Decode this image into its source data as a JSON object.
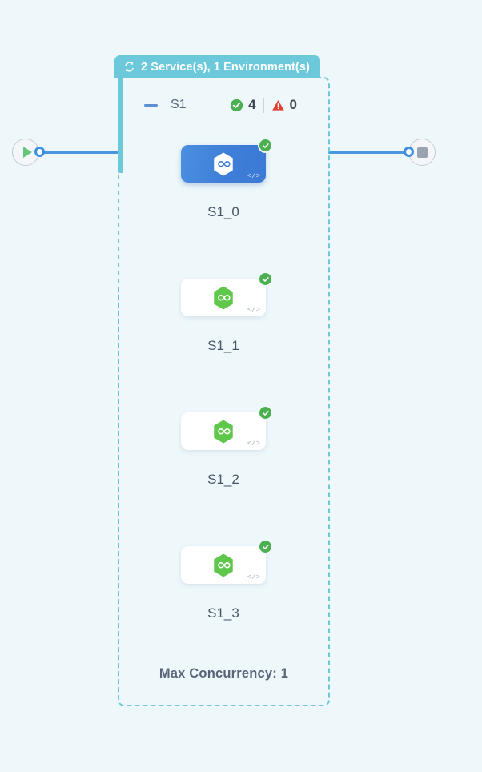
{
  "canvas": {
    "background_color": "#eef8fb",
    "edge_color": "#4a97e0"
  },
  "start_node": {
    "name": "start",
    "icon": "play-icon",
    "icon_color": "#64c878"
  },
  "end_node": {
    "name": "end",
    "icon": "stop-icon",
    "icon_color": "#9aa3b0"
  },
  "group": {
    "header": {
      "icon": "loop-icon",
      "label": "2 Service(s), 1 Environment(s)",
      "background_color": "#6cc9db",
      "text_color": "#ffffff"
    },
    "border_color": "#6cc9db",
    "border_style": "dashed",
    "title": "S1",
    "collapse_control": "minus-icon",
    "counters": {
      "success": {
        "icon": "check-circle-icon",
        "value": "4",
        "color": "#4caf50"
      },
      "error": {
        "icon": "warning-triangle-icon",
        "value": "0",
        "color": "#e03e33"
      }
    },
    "footer": {
      "label": "Max Concurrency: 1"
    },
    "nodes": [
      {
        "label": "S1_0",
        "selected": true,
        "hex_color": "#ffffff",
        "status_badge": "check-circle-icon",
        "code_glyph": "</>"
      },
      {
        "label": "S1_1",
        "selected": false,
        "hex_color": "#5fc74a",
        "status_badge": "check-circle-icon",
        "code_glyph": "</>"
      },
      {
        "label": "S1_2",
        "selected": false,
        "hex_color": "#5fc74a",
        "status_badge": "check-circle-icon",
        "code_glyph": "</>"
      },
      {
        "label": "S1_3",
        "selected": false,
        "hex_color": "#5fc74a",
        "status_badge": "check-circle-icon",
        "code_glyph": "</>"
      }
    ]
  }
}
